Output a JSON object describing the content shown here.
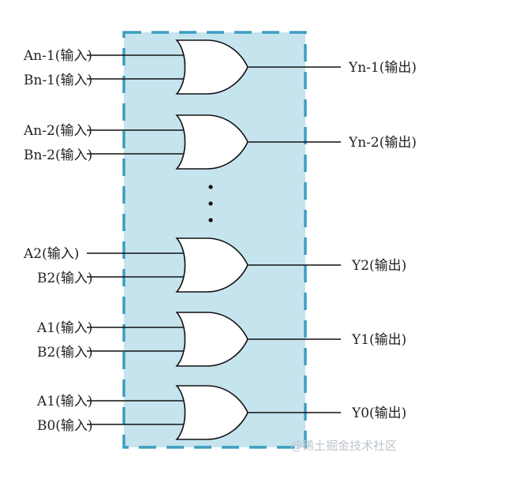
{
  "colors": {
    "box_fill": "#c5e4ee",
    "box_border": "#3d9dc1",
    "wire": "#111111",
    "gate_fill": "#ffffff"
  },
  "gates": [
    {
      "input_a": "An-1(输入)",
      "input_b": "Bn-1(输入)",
      "output": "Yn-1(输出)"
    },
    {
      "input_a": "An-2(输入)",
      "input_b": "Bn-2(输入)",
      "output": "Yn-2(输出)"
    },
    {
      "input_a": "A2(输入)",
      "input_b": "B2(输入)",
      "output": "Y2(输出)"
    },
    {
      "input_a": "A1(输入)",
      "input_b": "B2(输入)",
      "output": "Y1(输出)"
    },
    {
      "input_a": "A1(输入)",
      "input_b": "B0(输入)",
      "output": "Y0(输出)"
    }
  ],
  "watermark": "@稀土掘金技术社区"
}
